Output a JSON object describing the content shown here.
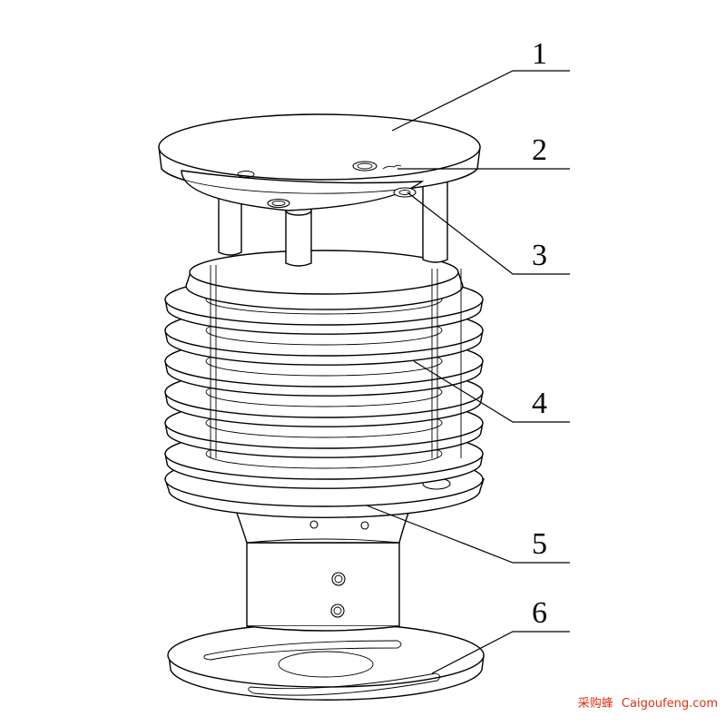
{
  "callouts": [
    {
      "number": "1"
    },
    {
      "number": "2"
    },
    {
      "number": "3"
    },
    {
      "number": "4"
    },
    {
      "number": "5"
    },
    {
      "number": "6"
    }
  ],
  "watermark": {
    "cn": "采购蜂",
    "en": "Caigoufeng.com",
    "color": "#e0300f"
  }
}
